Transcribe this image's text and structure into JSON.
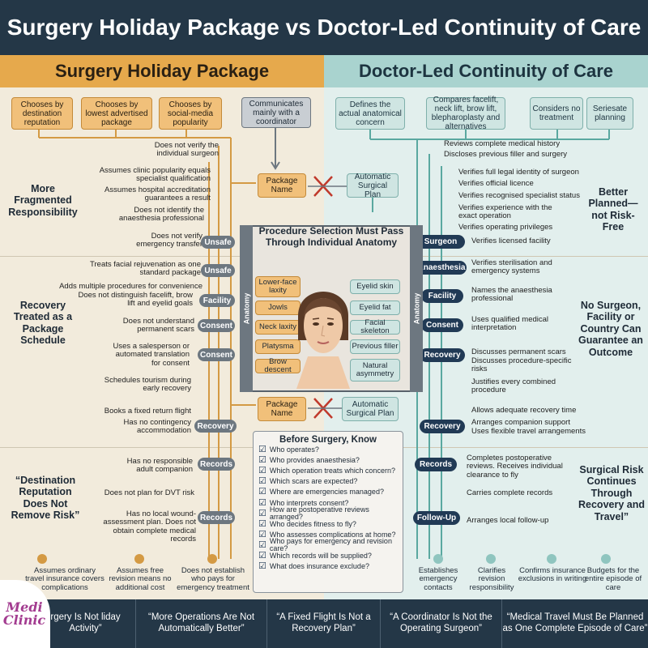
{
  "title": "Surgery Holiday Package vs Doctor-Led Continuity of Care",
  "left": {
    "heading": "Surgery Holiday Package",
    "top_boxes": [
      "Chooses by destination reputation",
      "Chooses by lowest advertised package",
      "Chooses by social-media popularity",
      "Communicates mainly with a coordinator"
    ],
    "texts": [
      "Does not verify the individual surgeon",
      "Assumes clinic popularity equals specialist qualification",
      "Assumes hospital accreditation guarantees a result",
      "Does not identify the anaesthesia professional",
      "Does not verify emergency transfer",
      "Treats facial rejuvenation as one standard package",
      "Adds multiple procedures for convenience",
      "Does not distinguish facelift, brow lift and eyelid goals",
      "Does not understand permanent scars",
      "Uses a salesperson or automated translation for consent",
      "Schedules tourism during early recovery",
      "Books a fixed return flight",
      "Has no contingency accommodation",
      "Has no responsible adult companion",
      "Does not plan for DVT risk",
      "Has no local wound-assessment plan. Does not obtain complete medical records"
    ],
    "side_labels": [
      "More Fragmented Responsibility",
      "Recovery Treated as a Package Schedule",
      "“Destination Reputation Does Not Remove Risk”"
    ],
    "tags": [
      "Unsafe",
      "Unsafe",
      "Facility",
      "Consent",
      "Consent",
      "Recovery",
      "Records",
      "Records"
    ],
    "bottom": [
      "Assumes ordinary travel insurance covers complications",
      "Assumes free revision means no additional cost",
      "Does not establish who pays for emergency treatment"
    ]
  },
  "right": {
    "heading": "Doctor-Led Continuity of Care",
    "top_boxes": [
      "Defines the actual anatomical concern",
      "Compares facelift, neck lift, brow lift, blepharoplasty and alternatives",
      "Considers no treatment",
      "Seriesate planning"
    ],
    "texts": [
      "Reviews complete medical history",
      "Discloses previous filler and surgery",
      "Verifies full legal identity of surgeon",
      "Verifies official licence",
      "Verifies recognised specialist status",
      "Verifies experience with the exact operation",
      "Verifies operating privileges",
      "Verifies licensed facility",
      "Verifies sterilisation and emergency systems",
      "Names the anaesthesia professional",
      "Uses qualified medical interpretation",
      "Discusses permanent scars",
      "Discusses procedure-specific risks",
      "Justifies every combined procedure",
      "Allows adequate recovery time",
      "Arranges companion support",
      "Uses flexible travel arrangements",
      "Completes postoperative reviews. Receives individual clearance to fly",
      "Carries complete records",
      "Arranges local follow-up"
    ],
    "side_labels": [
      "Better Planned—not Risk-Free",
      "No Surgeon, Facility or Country Can Guarantee an Outcome",
      "Surgical Risk Continues Through Recovery and Travel”"
    ],
    "tags": [
      "Surgeon",
      "Anaesthesia",
      "Facility",
      "Consent",
      "Recovery",
      "Recovery",
      "Records",
      "Follow-Up"
    ],
    "bottom": [
      "Establishes emergency contacts",
      "Clarifies revision responsibility",
      "Confirms insurance exclusions in writing",
      "Budgets for the entire episode of care"
    ]
  },
  "center": {
    "package_name": "Package Name",
    "automatic_plan": "Automatic Surgical Plan",
    "title": "Procedure Selection Must Pass Through Individual Anatomy",
    "anatomy": "Anatomy",
    "left_pills": [
      "Lower-face laxity",
      "Jowls",
      "Neck laxity",
      "Platysma",
      "Brow descent"
    ],
    "right_pills": [
      "Eyelid skin",
      "Eyelid fat",
      "Facial skeleton",
      "Previous filler",
      "Natural asymmetry"
    ]
  },
  "know": {
    "title": "Before Surgery, Know",
    "items": [
      "Who operates?",
      "Who provides anaesthesia?",
      "Which operation treats which concern?",
      "Which scars are expected?",
      "Where are emergencies managed?",
      "Who interprets consent?",
      "How are postoperative reviews arranged?",
      "Who decides fitness to fly?",
      "Who assesses complications at home?",
      "Who pays for emergency and revision care?",
      "Which records will be supplied?",
      "What does insurance exclude?"
    ]
  },
  "footer": [
    "rgery Is Not liday Activity”",
    "“More Operations Are Not Automatically Better”",
    "“A Fixed Flight Is Not a Recovery Plan”",
    "“A Coordinator Is Not the Operating Surgeon”",
    "“Medical Travel Must Be Planned as One Complete Episode of Care”"
  ],
  "logo": {
    "line1": "Medi",
    "line2": "Clinic"
  },
  "colors": {
    "navy": "#243747",
    "orange": "#e6a94c",
    "teal": "#a9d3cf",
    "red": "#c0392b"
  }
}
